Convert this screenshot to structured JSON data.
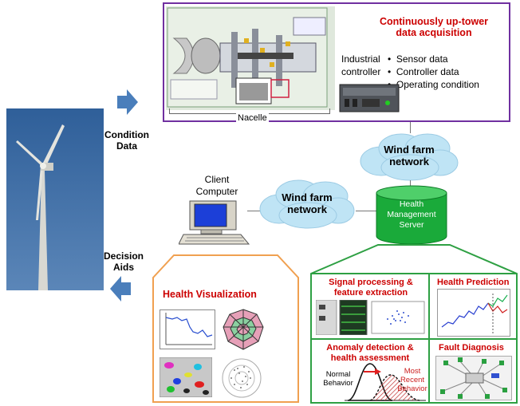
{
  "top_panel": {
    "title_line1": "Continuously up-tower",
    "title_line2": "data acquisition",
    "controller_line1": "Industrial",
    "controller_line2": "controller",
    "bullets": [
      "Sensor data",
      "Controller data",
      "Operating condition"
    ],
    "nacelle_label": "Nacelle"
  },
  "left": {
    "condition_line1": "Condition",
    "condition_line2": "Data",
    "decision_line1": "Decision",
    "decision_line2": "Aids"
  },
  "network_top": {
    "line1": "Wind farm",
    "line2": "network"
  },
  "network_mid": {
    "line1": "Wind farm",
    "line2": "network"
  },
  "client": {
    "line1": "Client",
    "line2": "Computer"
  },
  "server": {
    "line1": "Health",
    "line2": "Management",
    "line3": "Server"
  },
  "visualization": {
    "title": "Health Visualization"
  },
  "modules": {
    "signal": {
      "line1": "Signal processing &",
      "line2": "feature extraction"
    },
    "prediction": {
      "title": "Health Prediction"
    },
    "anomaly": {
      "line1": "Anomaly detection &",
      "line2": "health assessment",
      "normal_line1": "Normal",
      "normal_line2": "Behavior",
      "recent_line1": "Most",
      "recent_line2": "Recent",
      "recent_line3": "Behavior"
    },
    "fault": {
      "title": "Fault Diagnosis"
    }
  },
  "colors": {
    "top_border": "#7030a0",
    "vis_border": "#f0a050",
    "module_border": "#2ea043",
    "arrow": "#4a7ebb",
    "cloud": "#bfe4f5",
    "server": "#1aaa3a",
    "title_red": "#cc0000"
  }
}
